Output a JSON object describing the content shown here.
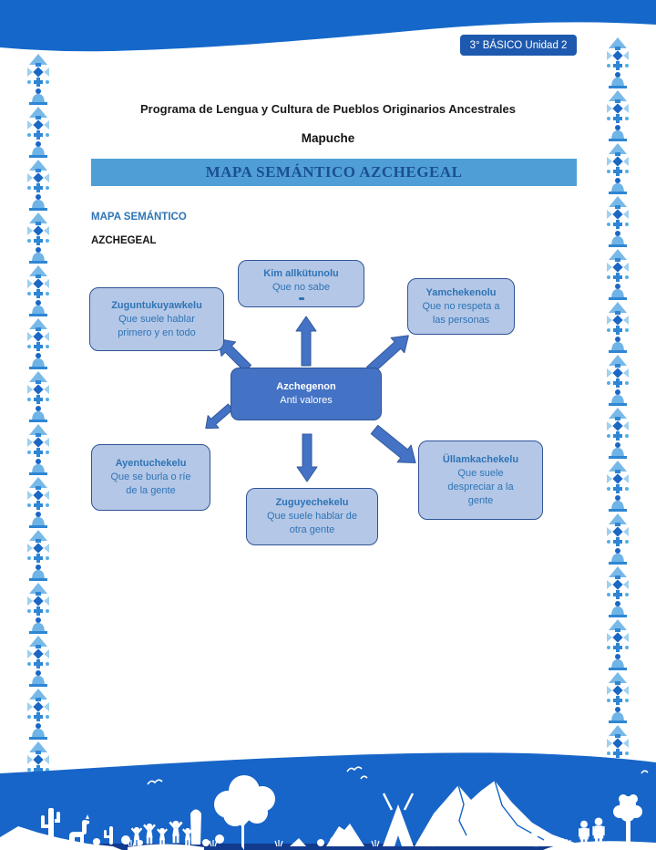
{
  "page": {
    "badge": "3° BÁSICO Unidad 2"
  },
  "header": {
    "program_line": "Programa de Lengua y Cultura de Pueblos Originarios Ancestrales",
    "culture": "Mapuche",
    "banner_title": "MAPA SEMÁNTICO AZCHEGEAL"
  },
  "section": {
    "label": "MAPA SEMÁNTICO",
    "sublabel": "AZCHEGEAL"
  },
  "diagram": {
    "center": {
      "title": "Azchegenon",
      "subtitle": "Anti valores"
    },
    "nodes": [
      {
        "id": "top",
        "title": "Kim allkütunolu",
        "lines": [
          "Que no sabe"
        ]
      },
      {
        "id": "upper-left",
        "title": "Zuguntukuyawkelu",
        "lines": [
          "Que suele hablar",
          "primero y en todo"
        ]
      },
      {
        "id": "upper-right",
        "title": "Yamchekenolu",
        "lines": [
          "Que no respeta a",
          "las personas"
        ]
      },
      {
        "id": "lower-left",
        "title": "Ayentuchekelu",
        "lines": [
          "Que se burla o ríe",
          "de la gente"
        ]
      },
      {
        "id": "bottom",
        "title": "Zuguyechekelu",
        "lines": [
          "Que suele hablar de",
          "otra gente"
        ]
      },
      {
        "id": "lower-right",
        "title": "Üllamkachekelu",
        "lines": [
          "Que suele",
          "despreciar a la",
          "gente"
        ]
      }
    ]
  },
  "colors": {
    "band_blue": "#1568c9",
    "badge_blue": "#1d59ae",
    "banner_bg": "#4f9fd6",
    "banner_text": "#1b4f91",
    "heading_blue": "#2e74b5",
    "node_fill": "#b4c7e7",
    "node_border": "#2f5496",
    "center_fill": "#4472c4",
    "arrow_blue": "#4472c4",
    "footer_navy": "#123a8d"
  }
}
